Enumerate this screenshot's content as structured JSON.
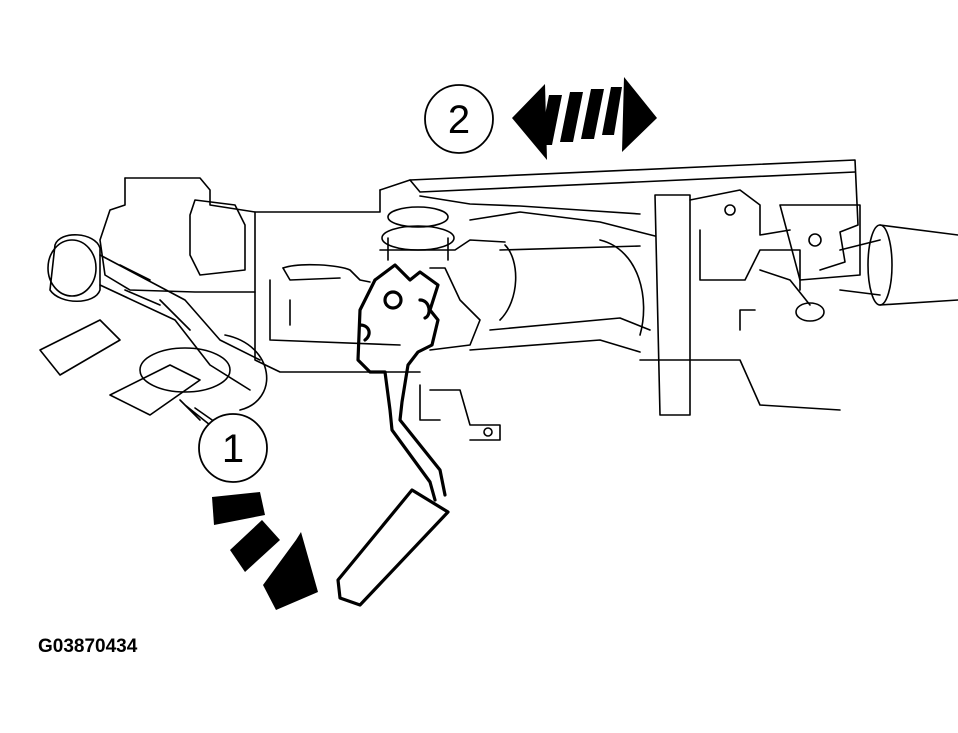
{
  "figure": {
    "code": "G03870434",
    "callouts": [
      {
        "label": "1",
        "motion": "rotate-down"
      },
      {
        "label": "2",
        "motion": "slide-back-and-forth"
      }
    ],
    "colors": {
      "ink": "#000000",
      "paper": "#ffffff",
      "lever": "#000000"
    }
  }
}
